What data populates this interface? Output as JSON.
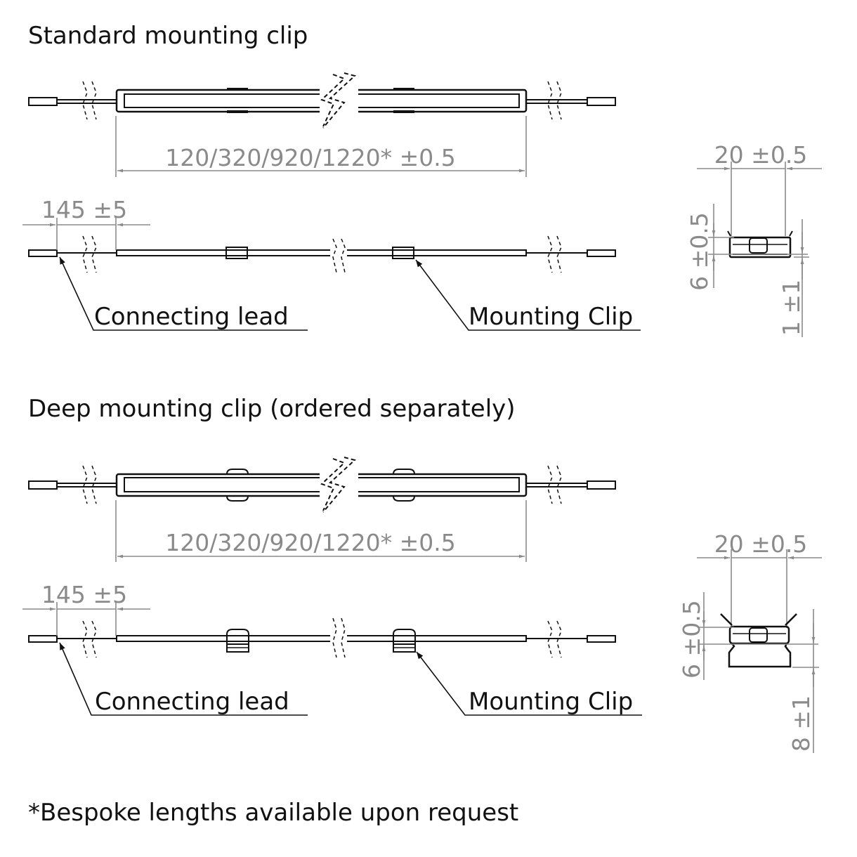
{
  "sections": [
    {
      "title": "Standard mounting clip",
      "length_dim": "120/320/920/1220* ±0.5",
      "lead_dim": "145 ±5",
      "callout_lead": "Connecting lead",
      "callout_clip": "Mounting Clip",
      "width_dim": "20 ±0.5",
      "height_dim": "6 ±0.5",
      "depth_dim": "1 ±1"
    },
    {
      "title": "Deep mounting clip (ordered separately)",
      "length_dim": "120/320/920/1220* ±0.5",
      "lead_dim": "145 ±5",
      "callout_lead": "Connecting lead",
      "callout_clip": "Mounting Clip",
      "width_dim": "20 ±0.5",
      "height_dim": "6 ±0.5",
      "depth_dim": "8 ±1"
    }
  ],
  "footnote": "*Bespoke lengths available upon request",
  "colors": {
    "line": "#111111",
    "dimension": "#8a8a8a",
    "background": "#ffffff"
  }
}
